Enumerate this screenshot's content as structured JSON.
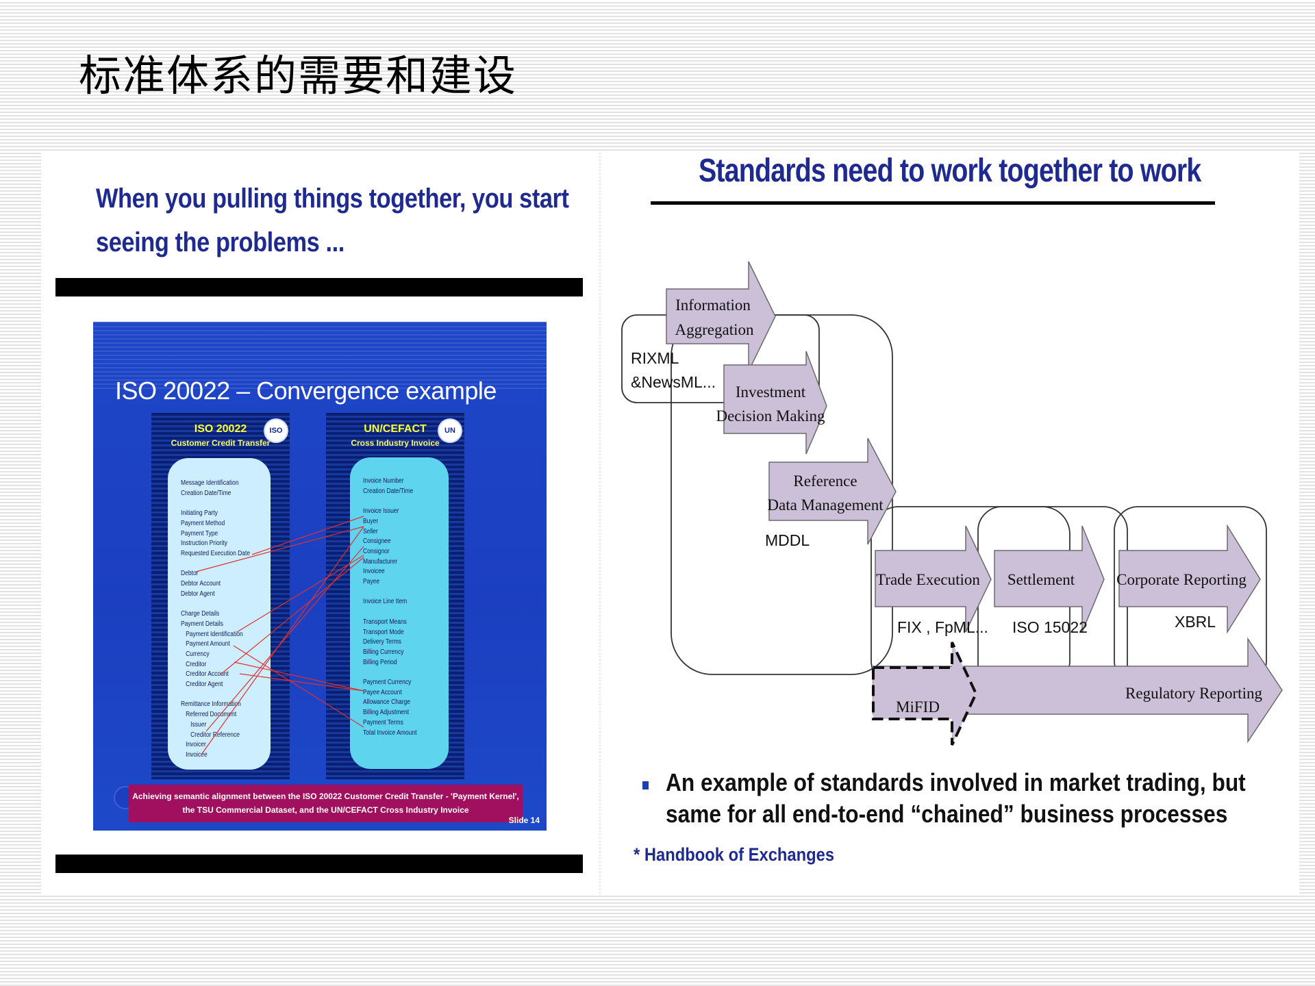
{
  "slide": {
    "title": "标准体系的需要和建设"
  },
  "left_panel": {
    "heading_line1": "When you pulling things together, you start",
    "heading_line2": "seeing the problems ...",
    "iso_slide": {
      "title": "ISO 20022 – Convergence example",
      "left_column": {
        "heading": "ISO 20022",
        "subheading": "Customer Credit Transfer",
        "fields": "Message Identification\nCreation Date/Time\n\nInitiating Party\nPayment Method\nPayment Type\nInstruction Priority\nRequested Execution Date\n\nDebtor\nDebtor Account\nDebtor Agent\n\nCharge Details\nPayment Details\n   Payment Identification\n   Payment Amount\n   Currency\n   Creditor\n   Creditor Account\n   Creditor Agent\n\nRemittance Information\n   Referred Document\n      Issuer\n      Creditor Reference\n   Invoicer\n   Invoicee"
      },
      "right_column": {
        "heading": "UN/CEFACT",
        "subheading": "Cross Industry Invoice",
        "fields": "Invoice Number\nCreation Date/Time\n\nInvoice Issuer\nBuyer\nSeller\nConsignee\nConsignor\nManufacturer\nInvoicee\nPayee\n\nInvoice Line Item\n\nTransport Means\nTransport Mode\nDelivery Terms\nBilling Currency\nBilling Period\n\nPayment Currency\nPayee Account\nAllowance Charge\nBilling Adjustment\nPayment Terms\nTotal Invoice Amount"
      },
      "footer_line1": "Achieving semantic alignment between the ISO 20022 Customer Credit Transfer - 'Payment Kernel',",
      "footer_line2": "the TSU Commercial Dataset, and the UN/CEFACT Cross Industry Invoice",
      "slide_number": "Slide 14"
    }
  },
  "right_panel": {
    "heading": "Standards need to work together to work",
    "diagram": {
      "arrows": {
        "info_aggregation_line1": "Information",
        "info_aggregation_line2": "Aggregation",
        "investment_line1": "Investment",
        "investment_line2": "Decision Making",
        "reference_line1": "Reference",
        "reference_line2": "Data Management",
        "trade_execution": "Trade Execution",
        "settlement": "Settlement",
        "corporate_reporting": "Corporate Reporting",
        "regulatory_reporting": "Regulatory Reporting",
        "mifid": "MiFID"
      },
      "standards": {
        "rixml_line1": "RIXML",
        "rixml_line2": "&NewsML...",
        "mddl": "MDDL",
        "fix": "FIX , FpML...",
        "iso15022": "ISO 15022",
        "xbrl": "XBRL"
      },
      "colors": {
        "arrow_fill": "#cbc0d8",
        "arrow_stroke": "#6a6a6a"
      }
    },
    "bullet_line1": "An example of standards involved in market trading, but",
    "bullet_line2": "same for all end-to-end “chained” business processes",
    "footnote": "* Handbook of Exchanges"
  }
}
